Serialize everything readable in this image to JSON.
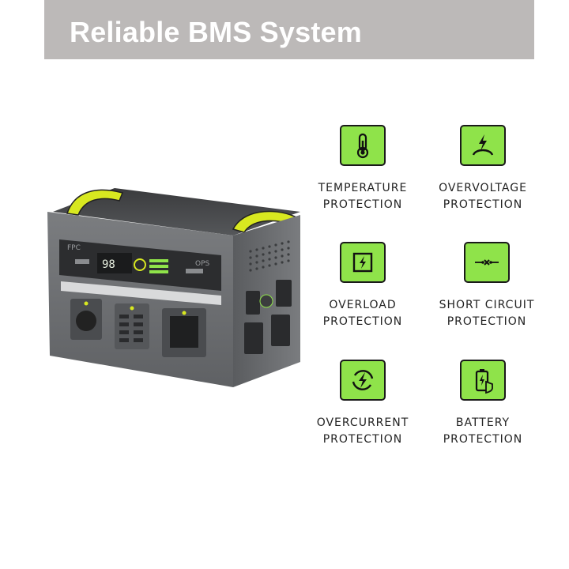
{
  "banner": {
    "title": "Reliable BMS System"
  },
  "colors": {
    "banner_bg": "#bcb9b8",
    "accent_green": "#8fe34a",
    "device_yellow": "#d8e820",
    "device_gray": "#6d6f72"
  },
  "device": {
    "brand_left": "FPC",
    "brand_right": "OPS",
    "display_value": "98"
  },
  "features": [
    {
      "icon": "thermometer-icon",
      "line1": "TEMPERATURE",
      "line2": "PROTECTION"
    },
    {
      "icon": "overvoltage-icon",
      "line1": "OVERVOLTAGE",
      "line2": "PROTECTION"
    },
    {
      "icon": "overload-icon",
      "line1": "OVERLOAD",
      "line2": "PROTECTION"
    },
    {
      "icon": "short-circuit-icon",
      "line1": "SHORT CIRCUIT",
      "line2": "PROTECTION"
    },
    {
      "icon": "overcurrent-icon",
      "line1": "OVERCURRENT",
      "line2": "PROTECTION"
    },
    {
      "icon": "battery-icon",
      "line1": "BATTERY",
      "line2": "PROTECTION"
    }
  ]
}
